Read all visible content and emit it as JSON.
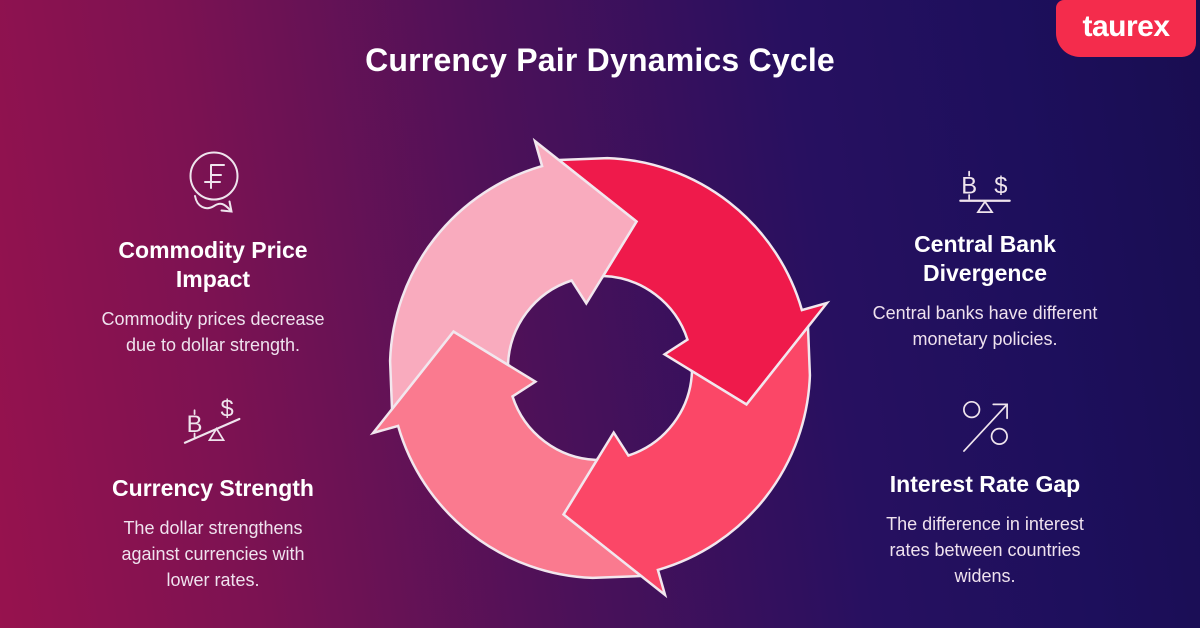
{
  "title": "Currency Pair Dynamics Cycle",
  "brand": {
    "logo_text": "taurex",
    "badge_color": "#F42C4C"
  },
  "background": {
    "gradient_left": "#97124E",
    "gradient_right": "#190D51"
  },
  "cycle": {
    "direction": "clockwise",
    "segment_colors": [
      "#EF1A4B",
      "#FB4767",
      "#FA7A8F",
      "#F9ABBE"
    ],
    "outline_color": "#F2E7EE"
  },
  "glyphs": {
    "bitcoin": "B",
    "dollar": "$"
  },
  "sections": [
    {
      "id": "commodity-price-impact",
      "icon": "franc-decline-icon",
      "title_lines": [
        "Commodity Price",
        "Impact"
      ],
      "body_lines": [
        "Commodity prices decrease",
        "due to dollar strength."
      ]
    },
    {
      "id": "central-bank-divergence",
      "icon": "balance-scale-icon",
      "title_lines": [
        "Central Bank",
        "Divergence"
      ],
      "body_lines": [
        "Central banks have different",
        "monetary policies."
      ]
    },
    {
      "id": "currency-strength",
      "icon": "tilted-balance-icon",
      "title_lines": [
        "Currency Strength"
      ],
      "body_lines": [
        "The dollar strengthens",
        "against currencies with",
        "lower rates."
      ]
    },
    {
      "id": "interest-rate-gap",
      "icon": "percent-arrow-icon",
      "title_lines": [
        "Interest Rate Gap"
      ],
      "body_lines": [
        "The difference in interest",
        "rates between countries",
        "widens."
      ]
    }
  ]
}
